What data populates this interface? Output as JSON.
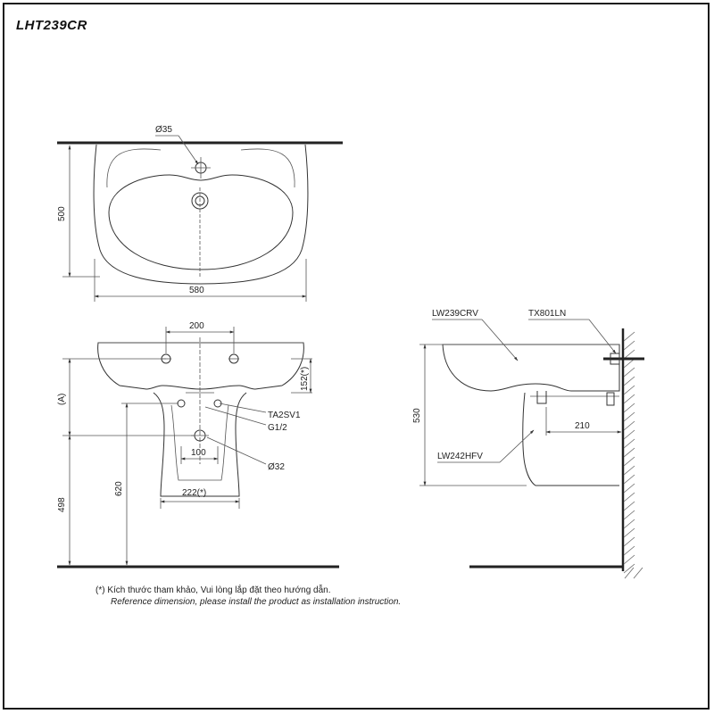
{
  "title": "LHT239CR",
  "top_view": {
    "hole_diameter": "Ø35",
    "depth": "500",
    "width": "580"
  },
  "front_view": {
    "tap_spacing": "200",
    "inner_height": "152(*)",
    "height_a": "(A)",
    "trap": "TA2SV1",
    "thread": "G1/2",
    "drain_spacing": "100",
    "drain_diameter": "Ø32",
    "pedestal_width": "222(*)",
    "floor_to_drain": "620",
    "floor_height": "498"
  },
  "side_view": {
    "basin_model": "LW239CRV",
    "mount_model": "TX801LN",
    "total_height": "530",
    "wall_offset": "210",
    "pedestal_model": "LW242HFV"
  },
  "notes": {
    "vi": "(*) Kích thước tham khảo, Vui lòng lắp đặt theo hướng dẫn.",
    "en": "Reference dimension, please install the product as installation instruction."
  }
}
